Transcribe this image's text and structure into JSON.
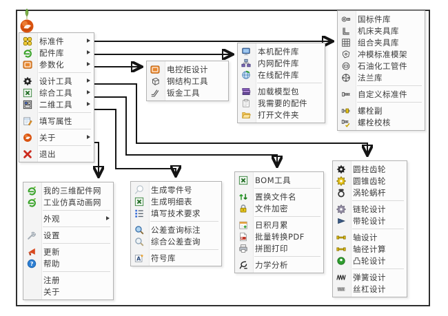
{
  "colors": {
    "frame": "#2e2e2e",
    "panel_border": "#b2b2b2",
    "connector": "#141414",
    "text": "#3a3a3a",
    "accent_orange": "#e8862c",
    "accent_green": "#3aa32a",
    "accent_yellow": "#e7c419"
  },
  "logo": "app-logo-sphere-leaf",
  "menus": [
    {
      "id": "main-menu",
      "items": [
        {
          "label": "标准件",
          "icon": "puzzle",
          "submenu": true
        },
        {
          "label": "配件库",
          "icon": "green-e",
          "submenu": true
        },
        {
          "label": "参数化",
          "icon": "param-box",
          "submenu": true
        },
        {
          "type": "separator"
        },
        {
          "label": "设计工具",
          "icon": "gear-black",
          "submenu": true
        },
        {
          "label": "综合工具",
          "icon": "excel",
          "submenu": true
        },
        {
          "label": "二维工具",
          "icon": "layout-2d",
          "submenu": true
        },
        {
          "type": "separator"
        },
        {
          "label": "填写属性",
          "icon": "notepad"
        },
        {
          "type": "separator"
        },
        {
          "label": "关于",
          "icon": "logo-sphere",
          "submenu": true
        },
        {
          "type": "separator"
        },
        {
          "label": "退出",
          "icon": "red-x"
        }
      ]
    },
    {
      "id": "standard-parts",
      "items": [
        {
          "label": "国标件库",
          "icon": "bolt-lib"
        },
        {
          "label": "机床夹具库",
          "icon": "bracket-l"
        },
        {
          "label": "组合夹具库",
          "icon": "blocks"
        },
        {
          "label": "冲模标准模架",
          "icon": "plate"
        },
        {
          "label": "石油化工管件",
          "icon": "pipe"
        },
        {
          "label": "法兰库",
          "icon": "flange"
        },
        {
          "type": "separator"
        },
        {
          "label": "自定义标准件",
          "icon": "bolt-side"
        },
        {
          "type": "separator"
        },
        {
          "label": "螺栓副",
          "icon": "bolt-nut"
        },
        {
          "label": "螺栓校核",
          "icon": "bolt-check"
        }
      ]
    },
    {
      "id": "parts-lib",
      "items": [
        {
          "label": "本机配件库",
          "icon": "monitor"
        },
        {
          "label": "内网配件库",
          "icon": "network"
        },
        {
          "label": "在线配件库",
          "icon": "globe"
        },
        {
          "type": "separator"
        },
        {
          "label": "加载模型包",
          "icon": "books"
        },
        {
          "label": "我需要的配件",
          "icon": "doc-clip"
        },
        {
          "label": "打开文件夹",
          "icon": "folder-open"
        }
      ]
    },
    {
      "id": "parametric",
      "items": [
        {
          "label": "电控柜设计",
          "icon": "param-box"
        },
        {
          "label": "钢结构工具",
          "icon": "cube-wire"
        },
        {
          "label": "钣金工具",
          "icon": "bend-sheet"
        }
      ]
    },
    {
      "id": "design-tools",
      "items": [
        {
          "label": "圆柱齿轮",
          "icon": "gear-black"
        },
        {
          "label": "圆锥齿轮",
          "icon": "gear-yellow"
        },
        {
          "label": "涡轮蜗杆",
          "icon": "worm-gear"
        },
        {
          "type": "separator"
        },
        {
          "label": "链轮设计",
          "icon": "sprocket"
        },
        {
          "label": "带轮设计",
          "icon": "pulley"
        },
        {
          "type": "separator"
        },
        {
          "label": "轴设计",
          "icon": "shaft"
        },
        {
          "label": "轴径计算",
          "icon": "shaft"
        },
        {
          "label": "凸轮设计",
          "icon": "cam"
        },
        {
          "type": "separator"
        },
        {
          "label": "弹簧设计",
          "icon": "spring"
        },
        {
          "label": "丝杠设计",
          "icon": "screw"
        }
      ]
    },
    {
      "id": "misc-tools",
      "items": [
        {
          "label": "BOM工具",
          "icon": "excel"
        },
        {
          "type": "separator"
        },
        {
          "label": "置换文件名",
          "icon": "swap-green"
        },
        {
          "label": "文件加密",
          "icon": "lock"
        },
        {
          "type": "separator"
        },
        {
          "label": "日积月累",
          "icon": "calendar-plus"
        },
        {
          "label": "批量转换PDF",
          "icon": "pdf"
        },
        {
          "label": "拼图打印",
          "icon": "printer"
        },
        {
          "type": "separator"
        },
        {
          "label": "力学分析",
          "icon": "mechanics"
        }
      ]
    },
    {
      "id": "tools-2d",
      "items": [
        {
          "label": "生成零件号",
          "icon": "balloon"
        },
        {
          "label": "生成明细表",
          "icon": "excel"
        },
        {
          "label": "填写技术要求",
          "icon": "checklist"
        },
        {
          "type": "separator"
        },
        {
          "label": "公差查询标注",
          "icon": "magnifier-blue"
        },
        {
          "label": "综合公差查询",
          "icon": "magnifier-gray"
        },
        {
          "type": "separator"
        },
        {
          "label": "符号库",
          "icon": "symbol-a-star"
        }
      ]
    },
    {
      "id": "about",
      "items": [
        {
          "label": "我的三维配件网",
          "icon": "green-e"
        },
        {
          "label": "工业仿真动画网",
          "icon": "green-e"
        },
        {
          "type": "separator"
        },
        {
          "label": "外观",
          "icon": "none",
          "submenu": true
        },
        {
          "type": "separator"
        },
        {
          "label": "设置",
          "icon": "wrench"
        },
        {
          "type": "separator"
        },
        {
          "label": "更新",
          "icon": "horn-red"
        },
        {
          "label": "帮助",
          "icon": "help-blue"
        },
        {
          "type": "separator"
        },
        {
          "label": "注册",
          "icon": "none"
        },
        {
          "label": "关于",
          "icon": "none"
        }
      ]
    }
  ]
}
